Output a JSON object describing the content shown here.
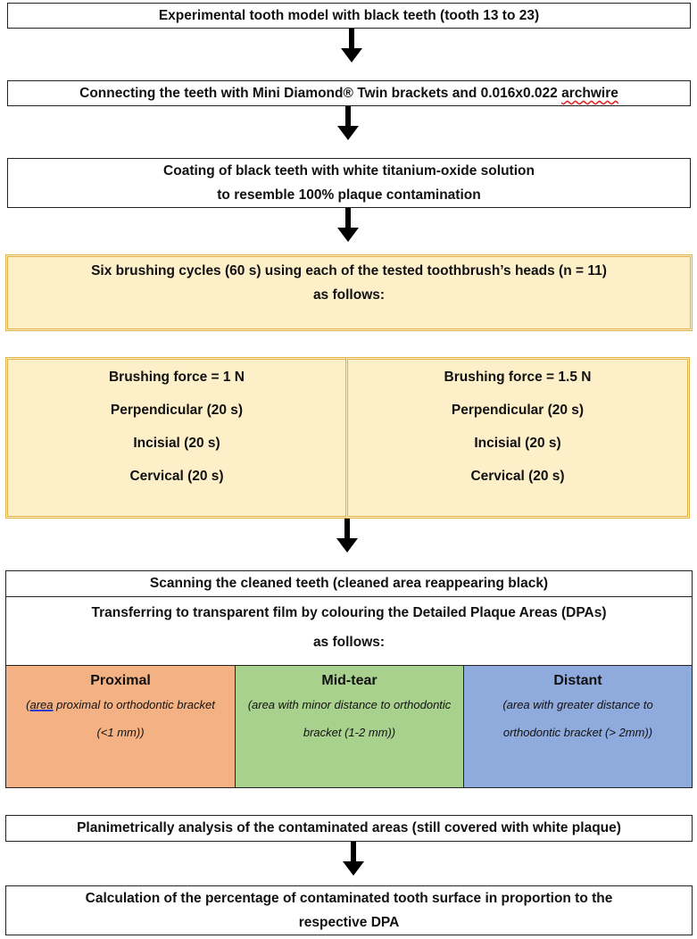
{
  "step1": "Experimental tooth model with black teeth (tooth 13 to 23)",
  "step2": {
    "prefix": "Connecting the teeth with Mini Diamond® Twin brackets and 0.016x0.022 ",
    "word": "archwire"
  },
  "step3": {
    "line1": "Coating of black teeth with white titanium-oxide solution",
    "line2": "to resemble 100% plaque contamination"
  },
  "step4": {
    "line1": "Six brushing cycles (60 s) using each of the tested toothbrush’s heads (n = 11)",
    "line2": "as follows:"
  },
  "brushing": {
    "left": {
      "force": "Brushing force = 1 N",
      "perpendicular": "Perpendicular (20 s)",
      "incisial": "Incisial (20 s)",
      "cervical": "Cervical (20 s)"
    },
    "right": {
      "force": "Brushing force = 1.5 N",
      "perpendicular": "Perpendicular (20 s)",
      "incisial": "Incisial (20 s)",
      "cervical": "Cervical (20 s)"
    }
  },
  "scan": "Scanning the cleaned teeth (cleaned area reappearing black)",
  "transfer": {
    "line1": "Transferring to transparent film by colouring the Detailed Plaque Areas (DPAs)",
    "line2": "as follows:"
  },
  "areas": {
    "proximal": {
      "title": "Proximal",
      "open": "(",
      "word": "area",
      "rest": " proximal to orthodontic bracket (<1 mm))",
      "color": "#f4b183"
    },
    "midtear": {
      "title": "Mid-tear",
      "desc": "(area with minor distance to orthodontic bracket (1-2 mm))",
      "color": "#a9d18e"
    },
    "distant": {
      "title": "Distant",
      "desc": "(area with greater distance to orthodontic bracket (> 2mm))",
      "color": "#8faadc"
    }
  },
  "step6": "Planimetrically analysis of the contaminated areas (still covered with white plaque)",
  "step7": {
    "line1": "Calculation of the percentage of contaminated tooth surface in proportion to the",
    "line2": "respective DPA"
  },
  "colors": {
    "yellow_fill": "#fdf0c9",
    "yellow_border": "#e3b34a"
  }
}
